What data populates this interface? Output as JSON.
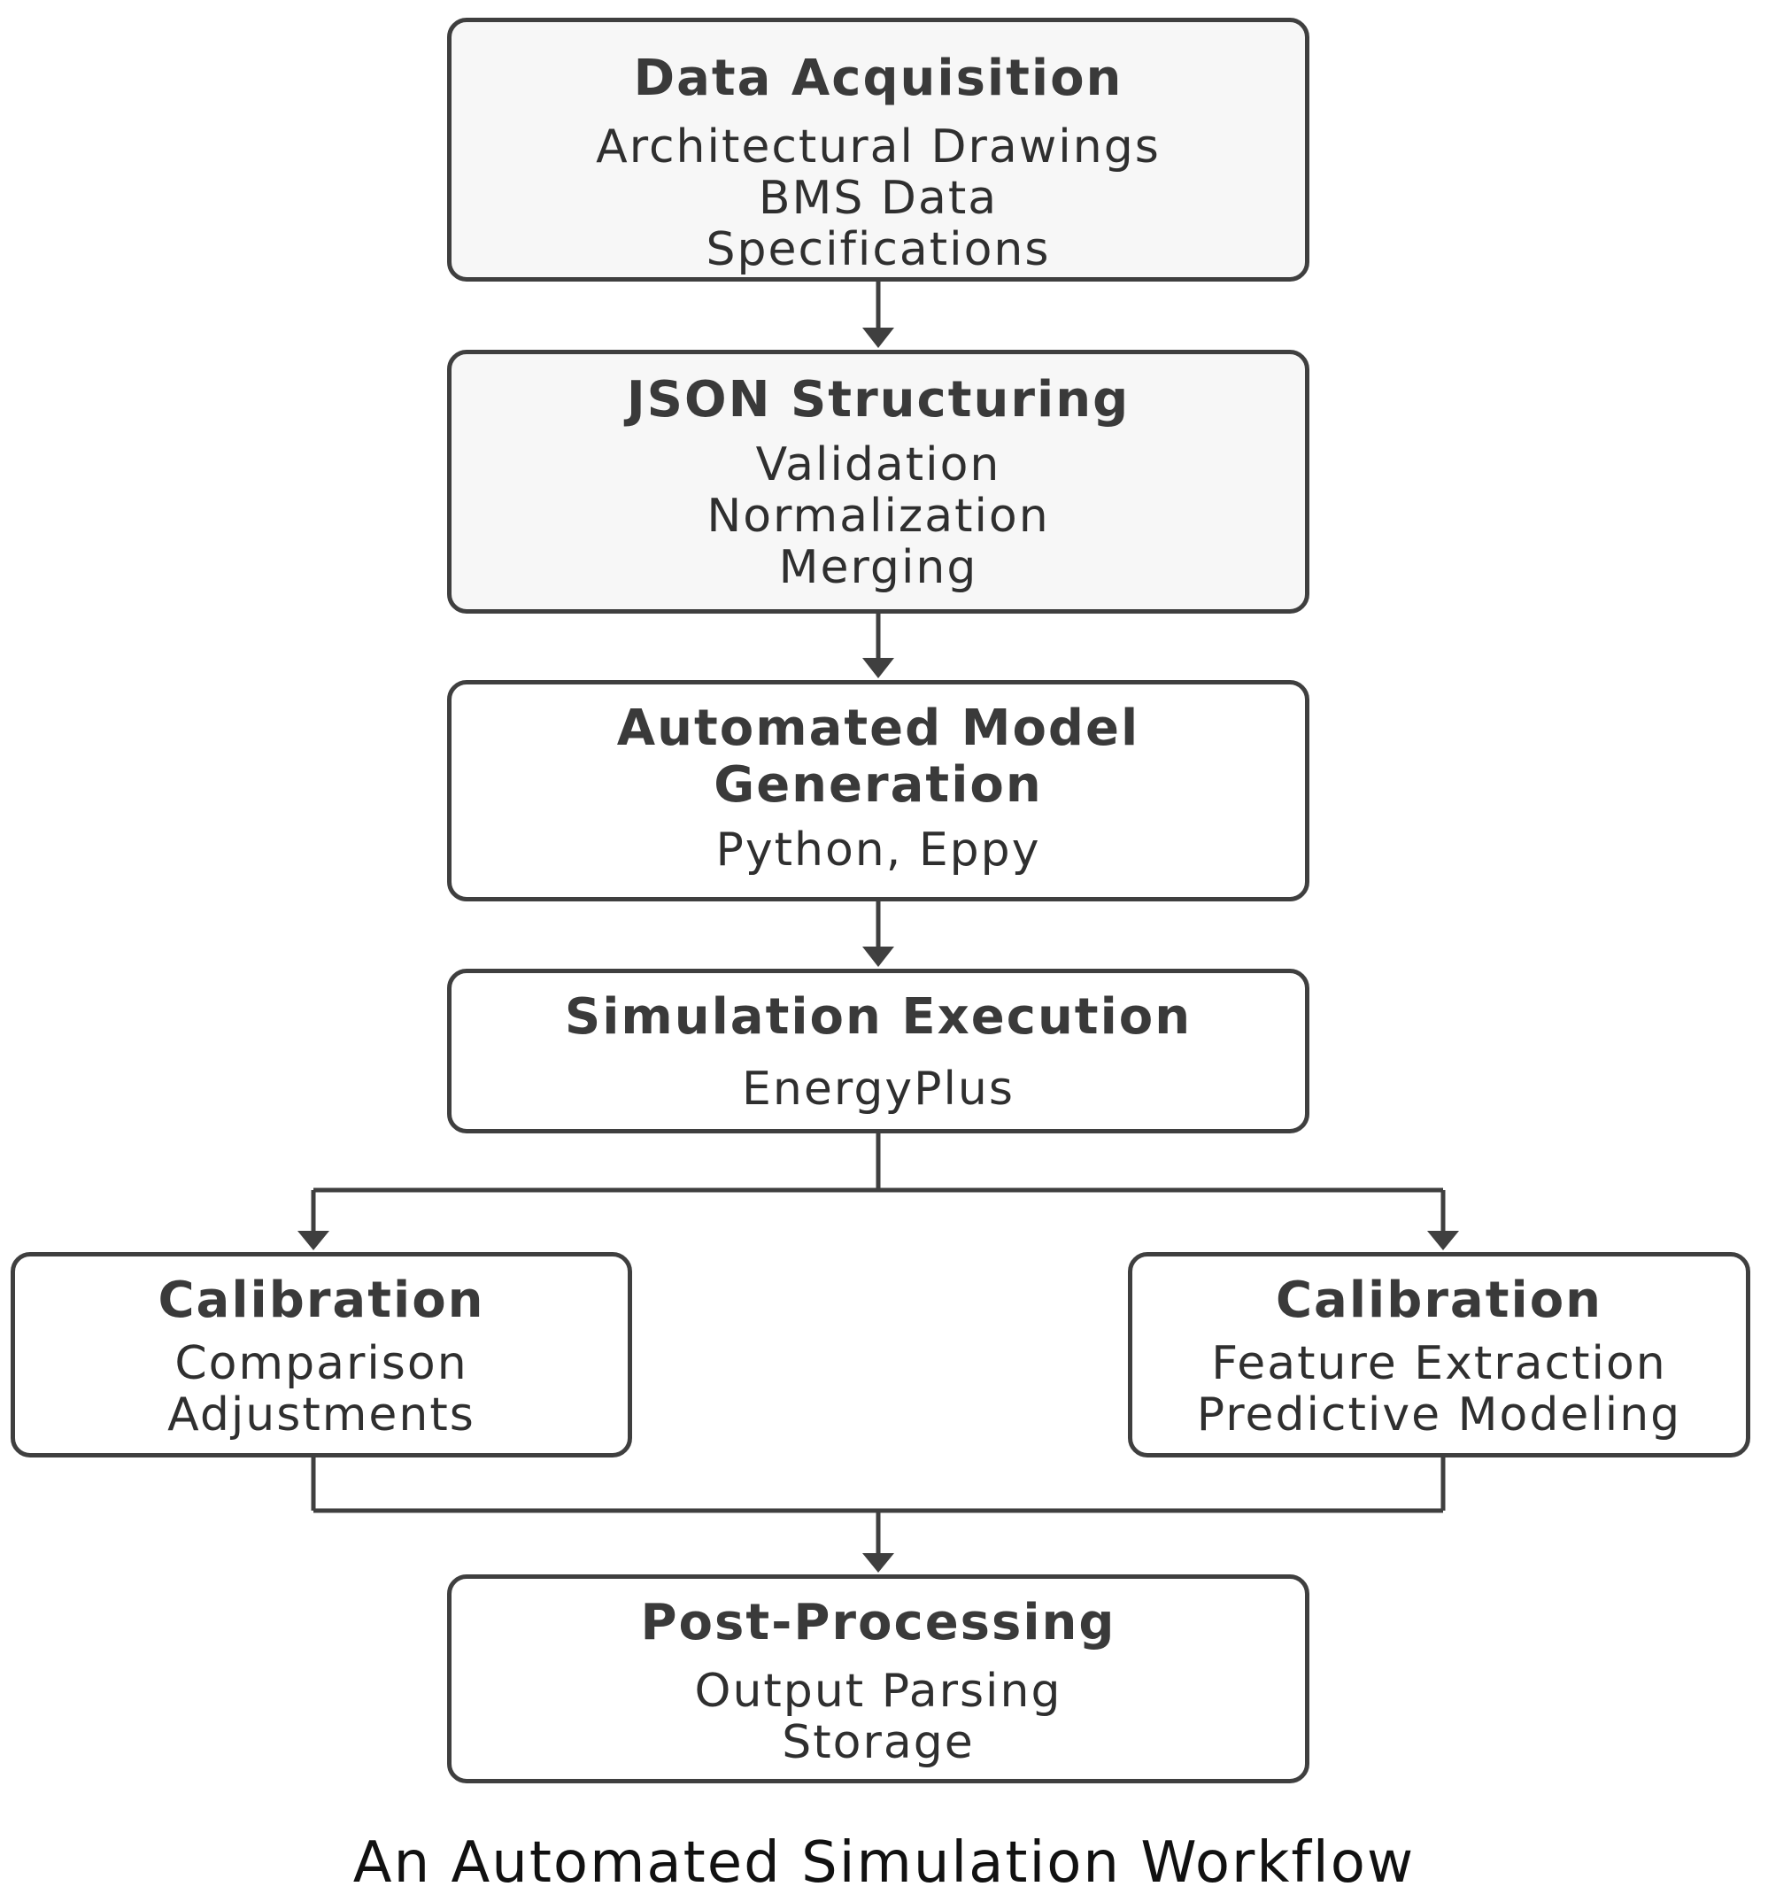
{
  "nodes": {
    "data_acquisition": {
      "title": "Data Acquisition",
      "lines": [
        "Architectural Drawings",
        "BMS Data",
        "Specifications"
      ]
    },
    "json_structuring": {
      "title": "JSON Structuring",
      "lines": [
        "Validation",
        "Normalization",
        "Merging"
      ]
    },
    "model_generation": {
      "title_lines": [
        "Automated Model",
        "Generation"
      ],
      "lines": [
        "Python, Eppy"
      ]
    },
    "simulation_execution": {
      "title": "Simulation Execution",
      "lines": [
        "EnergyPlus"
      ]
    },
    "calibration_left": {
      "title": "Calibration",
      "lines": [
        "Comparison",
        "Adjustments"
      ]
    },
    "calibration_right": {
      "title": "Calibration",
      "lines": [
        "Feature Extraction",
        "Predictive Modeling"
      ]
    },
    "post_processing": {
      "title": "Post-Processing",
      "lines": [
        "Output Parsing",
        "Storage"
      ]
    }
  },
  "edges": [
    {
      "from": "data_acquisition",
      "to": "json_structuring"
    },
    {
      "from": "json_structuring",
      "to": "model_generation"
    },
    {
      "from": "model_generation",
      "to": "simulation_execution"
    },
    {
      "from": "simulation_execution",
      "to": "calibration_left"
    },
    {
      "from": "simulation_execution",
      "to": "calibration_right"
    },
    {
      "from": "calibration_left",
      "to": "post_processing"
    },
    {
      "from": "calibration_right",
      "to": "post_processing"
    }
  ],
  "caption": "An Automated Simulation Workflow",
  "colors": {
    "stroke": "#3f3f3f",
    "shaded_fill": "#f7f7f7",
    "fill": "#ffffff",
    "text": "#333333"
  }
}
